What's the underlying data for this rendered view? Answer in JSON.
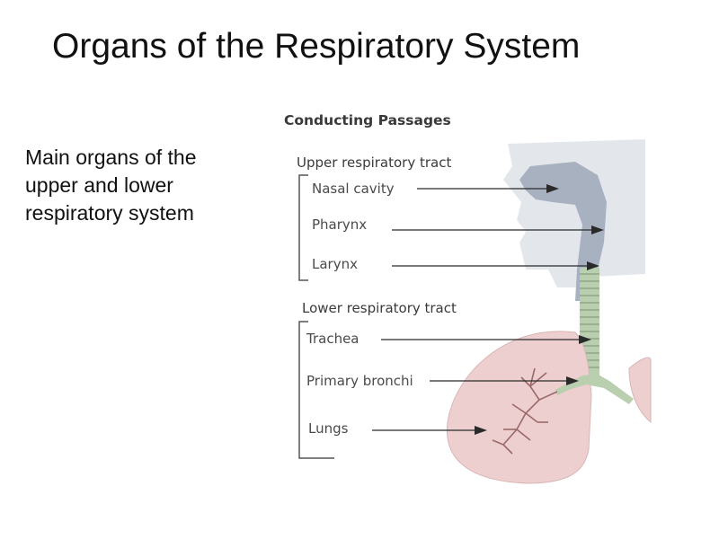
{
  "slide": {
    "title": "Organs of the Respiratory System",
    "body_lines": [
      "Main organs of the",
      "upper and lower",
      "respiratory system"
    ]
  },
  "figure": {
    "heading": "Conducting Passages",
    "upper": {
      "group": "Upper respiratory tract",
      "items": [
        "Nasal cavity",
        "Pharynx",
        "Larynx"
      ]
    },
    "lower": {
      "group": "Lower respiratory tract",
      "items": [
        "Trachea",
        "Primary bronchi",
        "Lungs"
      ]
    },
    "colors": {
      "head_tissue": "#e3e7ec",
      "airway": "#a8b1c0",
      "trachea": "#b9cfb0",
      "lung": "#eecfcf",
      "bronchi": "#9a6a6a",
      "bracket": "#555555",
      "arrow": "#2a2a2a"
    }
  }
}
